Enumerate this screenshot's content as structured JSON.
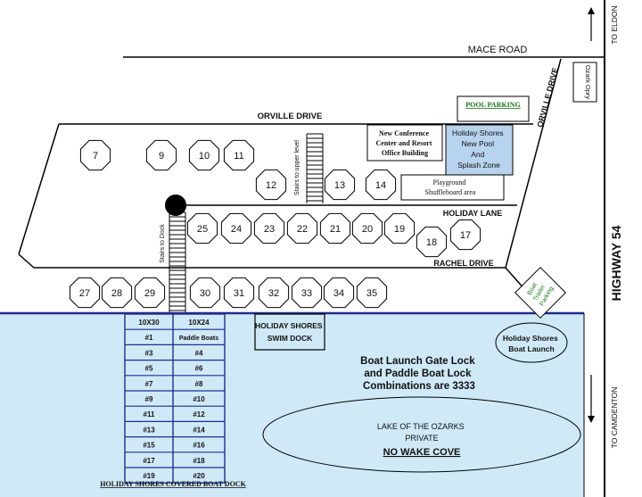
{
  "roads": {
    "mace_road": "MACE ROAD",
    "orville_drive": "ORVILLE DRIVE",
    "orville_drive_east": "ORVILLE DRIVE",
    "holiday_lane": "HOLIDAY LANE",
    "rachel_drive": "RACHEL DRIVE",
    "highway": "HIGHWAY 54",
    "to_eldon": "TO ELDON",
    "to_camdenton": "TO CAMDENTON"
  },
  "places": {
    "ozark_opry": "Ozark Opry",
    "pool_parking": "POOL PARKING",
    "conference_center": [
      "New Conference",
      "Center and Resort",
      "Office Building"
    ],
    "pool": [
      "Holiday Shores",
      "New Pool",
      "And",
      "Splash Zone"
    ],
    "playground": [
      "Playground",
      "Shuffleboard area"
    ],
    "stairs_upper": "Stairs to upper level",
    "stairs_dock": "Stairs to Dock",
    "boat_trailer_parking": [
      "Boat",
      "Trailer",
      "Parking"
    ],
    "swim_dock": [
      "HOLIDAY SHORES",
      "SWIM DOCK"
    ],
    "boat_launch": [
      "Holiday Shores",
      "Boat Launch"
    ],
    "combination_note": [
      "Boat Launch Gate Lock",
      "and Paddle Boat Lock",
      "Combinations are 3333"
    ],
    "lake": [
      "LAKE OF THE OZARKS",
      "PRIVATE",
      "NO WAKE COVE"
    ],
    "covered_dock_title": "HOLIDAY SHORES COVERED BOAT DOCK"
  },
  "cabins": {
    "row1": [
      "7",
      "9",
      "10",
      "11"
    ],
    "row2": [
      "12",
      "13",
      "14"
    ],
    "row3": [
      "25",
      "24",
      "23",
      "22",
      "21",
      "20",
      "19",
      "18",
      "17"
    ],
    "row4": [
      "27",
      "28",
      "29",
      "30",
      "31",
      "32",
      "33",
      "34",
      "35"
    ]
  },
  "boat_dock": {
    "headers": [
      "10X30",
      "10X24"
    ],
    "left": [
      "#1",
      "#3",
      "#5",
      "#7",
      "#9",
      "#11",
      "#13",
      "#15",
      "#17",
      "#19"
    ],
    "right": [
      "Paddle Boats",
      "#4",
      "#6",
      "#8",
      "#10",
      "#12",
      "#14",
      "#16",
      "#18",
      "#20"
    ]
  },
  "colors": {
    "lake": "#cfe9f7",
    "shore_line": "#1f2e8c",
    "pool_box": "#b7d3ee",
    "pool_parking_text": "#1a7a1a",
    "dock_line": "#1f2e8c"
  }
}
